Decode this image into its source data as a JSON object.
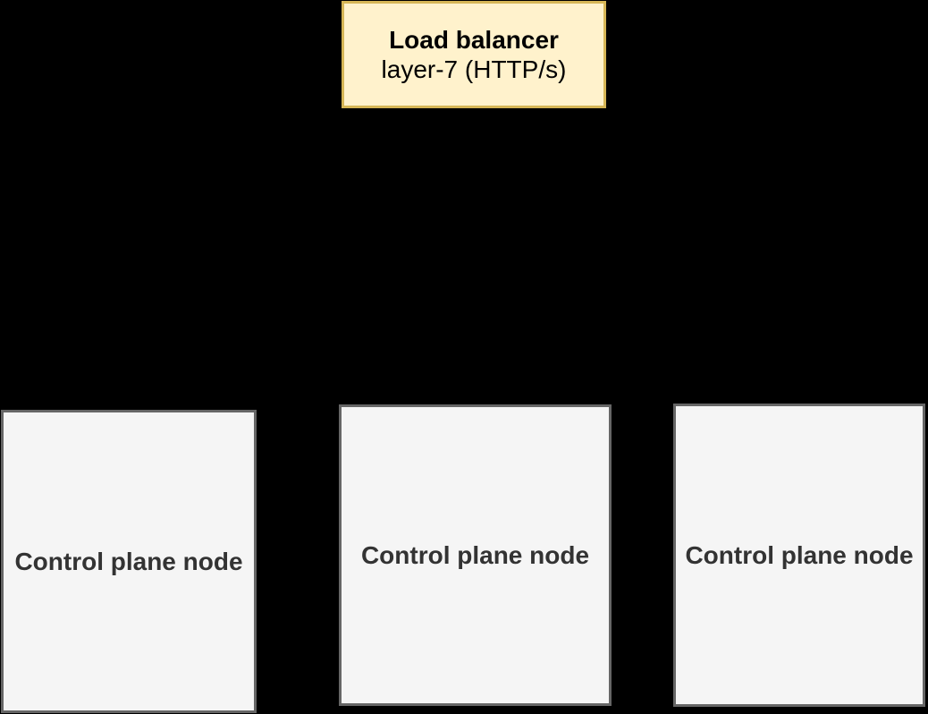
{
  "colors": {
    "background": "#000000",
    "lb-fill": "#FFF2CC",
    "lb-stroke": "#D6B656",
    "lb-text": "#000000",
    "node-fill": "#F5F5F5",
    "node-stroke": "#666666",
    "node-text": "#333333"
  },
  "diagram": {
    "load_balancer": {
      "title": "Load balancer",
      "subtitle": "layer-7 (HTTP/s)"
    },
    "nodes": [
      {
        "label": "Control plane node"
      },
      {
        "label": "Control plane node"
      },
      {
        "label": "Control plane node"
      }
    ]
  }
}
